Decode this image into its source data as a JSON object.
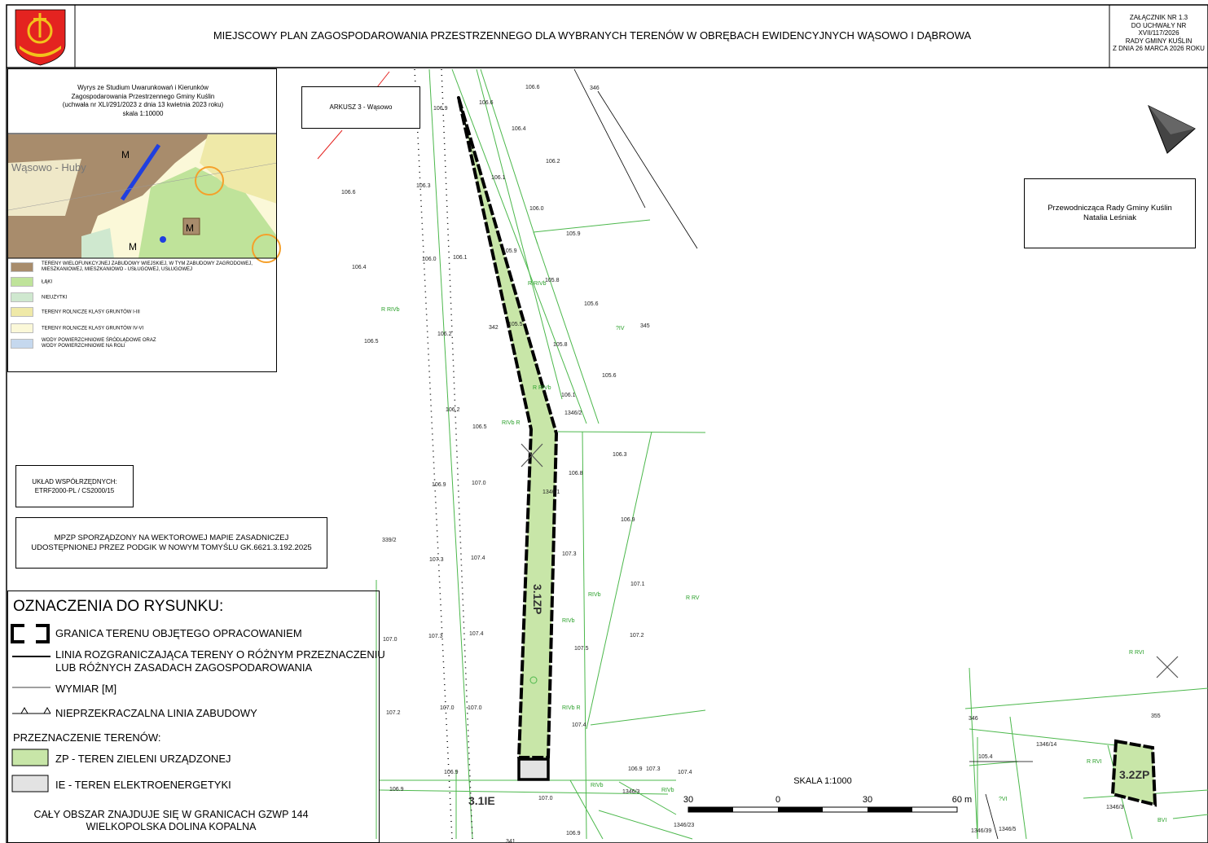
{
  "header": {
    "title": "MIEJSCOWY PLAN ZAGOSPODAROWANIA PRZESTRZENNEGO DLA WYBRANYCH TERENÓW W OBRĘBACH EWIDENCYJNYCH WĄSOWO I DĄBROWA",
    "annex": [
      "ZAŁĄCZNIK NR 1.3",
      "DO UCHWAŁY NR",
      "XVII/117/2026",
      "RADY GMINY KUŚLIN",
      "Z DNIA 26 MARCA 2026 ROKU"
    ]
  },
  "study": {
    "title_lines": [
      "Wyrys ze Studium Uwarunkowań i Kierunków",
      "Zagospodarowania Przestrzennego Gminy Kuślin",
      "(uchwała nr XLI/291/2023 z dnia 13 kwietnia 2023 roku)",
      "skala 1:10000"
    ],
    "map_labels": {
      "town": "Wąsowo - Huby",
      "m1": "M",
      "m2": "M",
      "m3": "M"
    },
    "legend": [
      {
        "label": "TERENY WIELOFUNKCYJNEJ ZABUDOWY WIEJSKIEJ, W TYM ZABUDOWY ZAGRODOWEJ, MIESZKANIOWEJ, MIESZKANIOWO - USŁUGOWEJ, USŁUGOWEJ",
        "color": "#a88c6c"
      },
      {
        "label": "ŁĄKI",
        "color": "#bfe39a"
      },
      {
        "label": "NIEUŻYTKI",
        "color": "#cfe8cf"
      },
      {
        "label": "TERENY ROLNICZE KLASY GRUNTÓW I-III",
        "color": "#efe9a8"
      },
      {
        "label": "TERENY ROLNICZE KLASY GRUNTÓW IV-VI",
        "color": "#fbf8d8"
      },
      {
        "label": "WODY POWIERZCHNIOWE ŚRÓDLĄDOWE ORAZ WODY POWIERZCHNIOWE NA ROLI",
        "color": "#c5d8ee"
      }
    ]
  },
  "sheet_label": "ARKUSZ 3 - Wąsowo",
  "chair": [
    "Przewodnicząca Rady Gminy Kuślin",
    "Natalia Leśniak"
  ],
  "coord": [
    "UKŁAD WSPÓŁRZĘDNYCH:",
    "ETRF2000-PL / CS2000/15"
  ],
  "source": [
    "MPZP SPORZĄDZONY NA WEKTOROWEJ MAPIE ZASADNICZEJ",
    "UDOSTĘPNIONEJ PRZEZ PODGIK W NOWYM TOMYŚLU GK.6621.3.192.2025"
  ],
  "legend": {
    "title": "OZNACZENIA DO RYSUNKU:",
    "boundary": "GRANICA TERENU OBJĘTEGO OPRACOWANIEM",
    "line1": "LINIA ROZGRANICZAJĄCA TERENY O RÓŻNYM PRZEZNACZENIU",
    "line2": "LUB RÓŻNYCH ZASADACH ZAGOSPODAROWANIA",
    "dimension": "WYMIAR [M]",
    "building_line": "NIEPRZEKRACZALNA LINIA ZABUDOWY",
    "purpose_header": "PRZEZNACZENIE TERENÓW:",
    "zp": "ZP - TEREN ZIELENI URZĄDZONEJ",
    "ie": "IE - TEREN ELEKTROENERGETYKI",
    "gzwp1": "CAŁY OBSZAR ZNAJDUJE SIĘ W GRANICACH GZWP 144",
    "gzwp2": "WIELKOPOLSKA DOLINA KOPALNA"
  },
  "scale": {
    "label": "SKALA 1:1000",
    "ticks": [
      "30",
      "0",
      "30",
      "60 m"
    ]
  },
  "zones": {
    "z1": "3.1ZP",
    "z2": "3.1IE",
    "z3": "3.2ZP"
  },
  "map_text": {
    "heights": [
      "106.6",
      "106.6",
      "106.4",
      "106.9",
      "106.2",
      "106.1",
      "106.3",
      "106.6",
      "106.0",
      "105.9",
      "106.0",
      "106.1",
      "106.4",
      "105.9",
      "105.8",
      "105.6",
      "106.2",
      "105.5",
      "106.5",
      "105.8",
      "105.6",
      "106.1",
      "106.2",
      "106.5",
      "106.3",
      "106.9",
      "106.8",
      "107.0",
      "106.9",
      "107.3",
      "107.4",
      "107.3",
      "107.1",
      "107.3",
      "107.4",
      "107.2",
      "107.5",
      "107.2",
      "107.0",
      "107.0",
      "107.4",
      "106.9",
      "106.9",
      "107.0",
      "106.9",
      "107.3",
      "107.4",
      "105.4",
      "106.9",
      "107.0"
    ],
    "parcels": [
      "346",
      "342",
      "345",
      "1346/2",
      "1346/1",
      "339/2",
      "355",
      "1346/14",
      "1346/3",
      "1346/23",
      "1346/3",
      "1346/39",
      "1346/5",
      "341",
      "346"
    ],
    "soil": [
      "R RIVb",
      "R RIVb",
      "R RIVb",
      "RIVb R",
      "?IV",
      "R RV",
      "R RVI",
      "RIVb",
      "RIVb",
      "RIVb R",
      "RIVb",
      "RIVb",
      "R RVI",
      "BVI",
      "?VI"
    ]
  }
}
